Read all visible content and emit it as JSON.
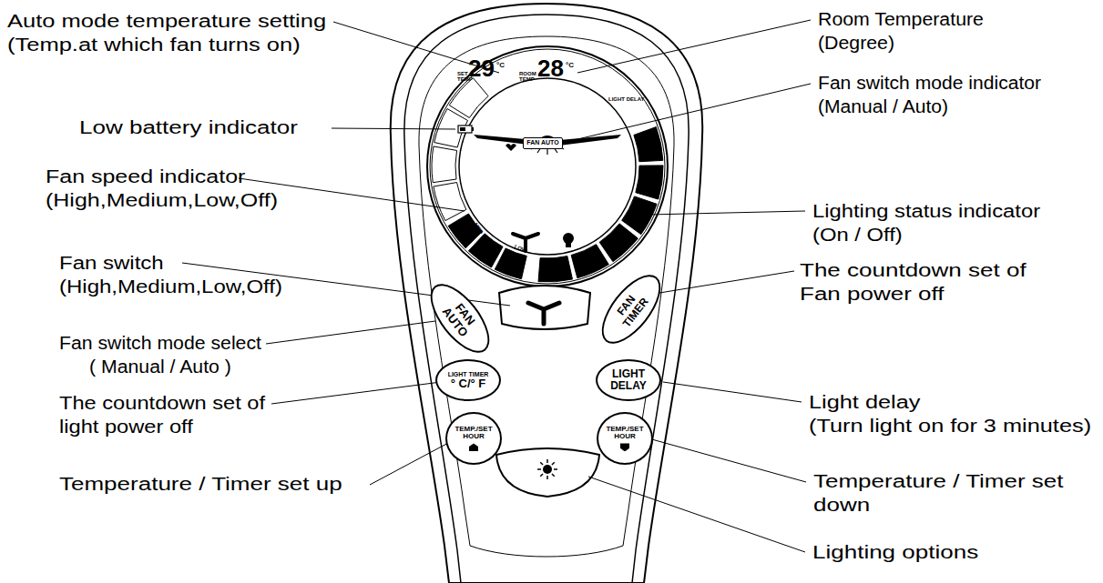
{
  "diagram": {
    "nodes": [
      {
        "text": [
          "FAN AUTO"
        ]
      },
      {
        "text": [
          "FAN AUTO"
        ]
      },
      {
        "text": [
          "FAN TIMER"
        ]
      },
      {
        "text": [
          "LIGHT TIMER",
          "° C/° F"
        ]
      },
      {
        "text": [
          "LIGHT DELAY"
        ]
      },
      {
        "text": [
          "TEMP./SET HOUR"
        ]
      },
      {
        "text": [
          "TEMP./SET HOUR"
        ]
      }
    ],
    "labels": [
      "Auto mode temperature setting (Temp.at which fan turns on)",
      "Room Temperature (Degree)",
      "Low battery indicator",
      "Fan switch mode indicator (Manual / Auto)",
      "Fan speed indicator (High,Medium,Low,Off)",
      "Lighting status indicator (On / Off)",
      "Fan switch (High,Medium,Low,Off)",
      "The countdown set of Fan power off",
      "Fan switch mode select ( Manual / Auto )",
      "Light delay (Turn light on for 3 minutes)",
      "The countdown set of light power off",
      "Temperature / Timer set down",
      "Temperature / Timer set up",
      "Lighting options",
      "SET TEMP",
      "29",
      "°C",
      "ROOM TEMP",
      "28",
      "°C",
      "LIGHT DELAY",
      "MED",
      "LOW"
    ]
  }
}
